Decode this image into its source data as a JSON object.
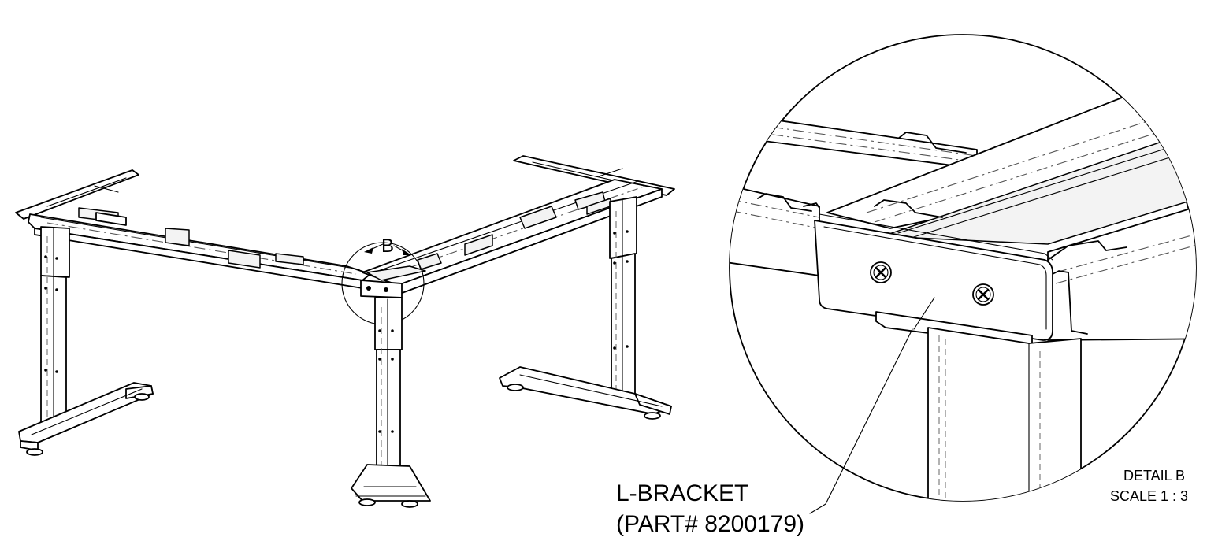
{
  "detail_marker": {
    "label": "B"
  },
  "part_callout": {
    "name": "L-BRACKET",
    "part_number": "(PART# 8200179)"
  },
  "detail_caption": {
    "title": "DETAIL B",
    "scale": "SCALE 1 : 3"
  }
}
